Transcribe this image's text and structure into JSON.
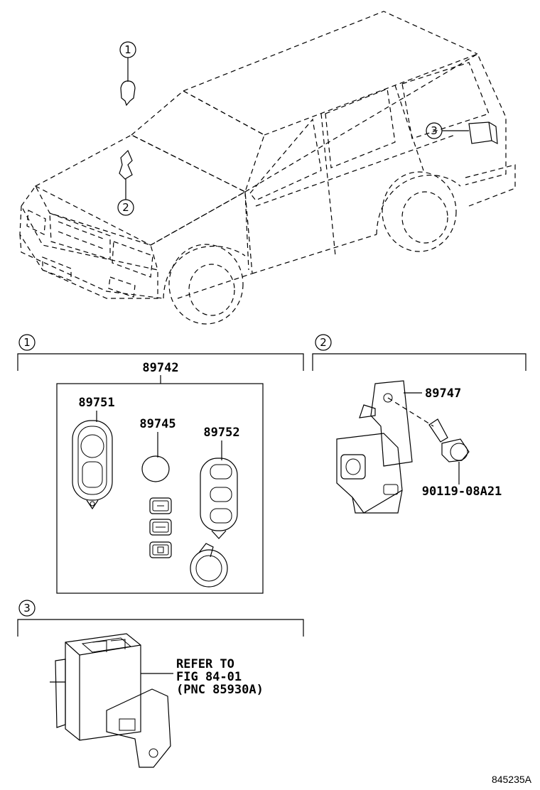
{
  "callouts": [
    "1",
    "2",
    "3"
  ],
  "section1": {
    "assembly": "89742",
    "transmitter_case": "89751",
    "battery": "89745",
    "transmitter_housing": "89752"
  },
  "section2": {
    "bracket": "89747",
    "bolt": "90119-08A21"
  },
  "section3": {
    "note_line1": "REFER TO",
    "note_line2": "FIG 84-01",
    "note_line3": "(PNC 85930A)"
  },
  "figure_number": "845235A"
}
